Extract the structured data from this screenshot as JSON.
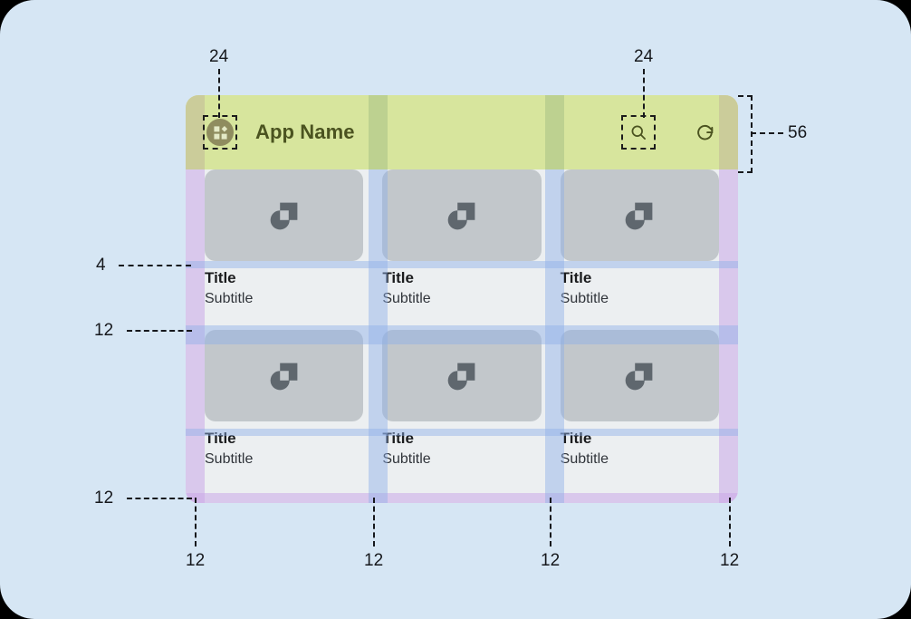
{
  "canvas": {
    "background": "#d6e6f4",
    "corner_radius": 38
  },
  "appbar": {
    "height_label": "56",
    "title": "App Name",
    "title_color": "#4b5320",
    "background": "#d7e59d",
    "icon_name": "app-grid-icon",
    "actions": [
      {
        "name": "search-icon",
        "label": "Search"
      },
      {
        "name": "refresh-icon",
        "label": "Refresh"
      }
    ]
  },
  "grid": {
    "margin_label": "12",
    "gutter_label": "12",
    "row_gap_label": "12",
    "media_text_gap_label": "4",
    "icon_padding_label": "24",
    "columns": 3,
    "rows": 2
  },
  "cards": [
    {
      "title": "Title",
      "subtitle": "Subtitle",
      "media_icon": "image-placeholder-icon"
    },
    {
      "title": "Title",
      "subtitle": "Subtitle",
      "media_icon": "image-placeholder-icon"
    },
    {
      "title": "Title",
      "subtitle": "Subtitle",
      "media_icon": "image-placeholder-icon"
    },
    {
      "title": "Title",
      "subtitle": "Subtitle",
      "media_icon": "image-placeholder-icon"
    },
    {
      "title": "Title",
      "subtitle": "Subtitle",
      "media_icon": "image-placeholder-icon"
    },
    {
      "title": "Title",
      "subtitle": "Subtitle",
      "media_icon": "image-placeholder-icon"
    }
  ],
  "annotations": {
    "top_left_icon_inset": "24",
    "top_right_icon_inset": "24",
    "appbar_height": "56",
    "media_to_title_gap": "4",
    "row_gap": "12",
    "bottom_margin": "12",
    "bottom_ruler": [
      "12",
      "12",
      "12",
      "12"
    ]
  },
  "colors": {
    "appbar_green": "#d7e59d",
    "appbar_strip": "#b9ce8e",
    "margin_purple": "#cba8e8",
    "gutter_blue": "#8fb0e8",
    "card_media_gray": "#c2c7cb",
    "card_surface": "#eceff1",
    "icon_badge": "#8f8c5f",
    "placeholder_shape": "#5f676e",
    "annotation_text": "#16181c"
  }
}
